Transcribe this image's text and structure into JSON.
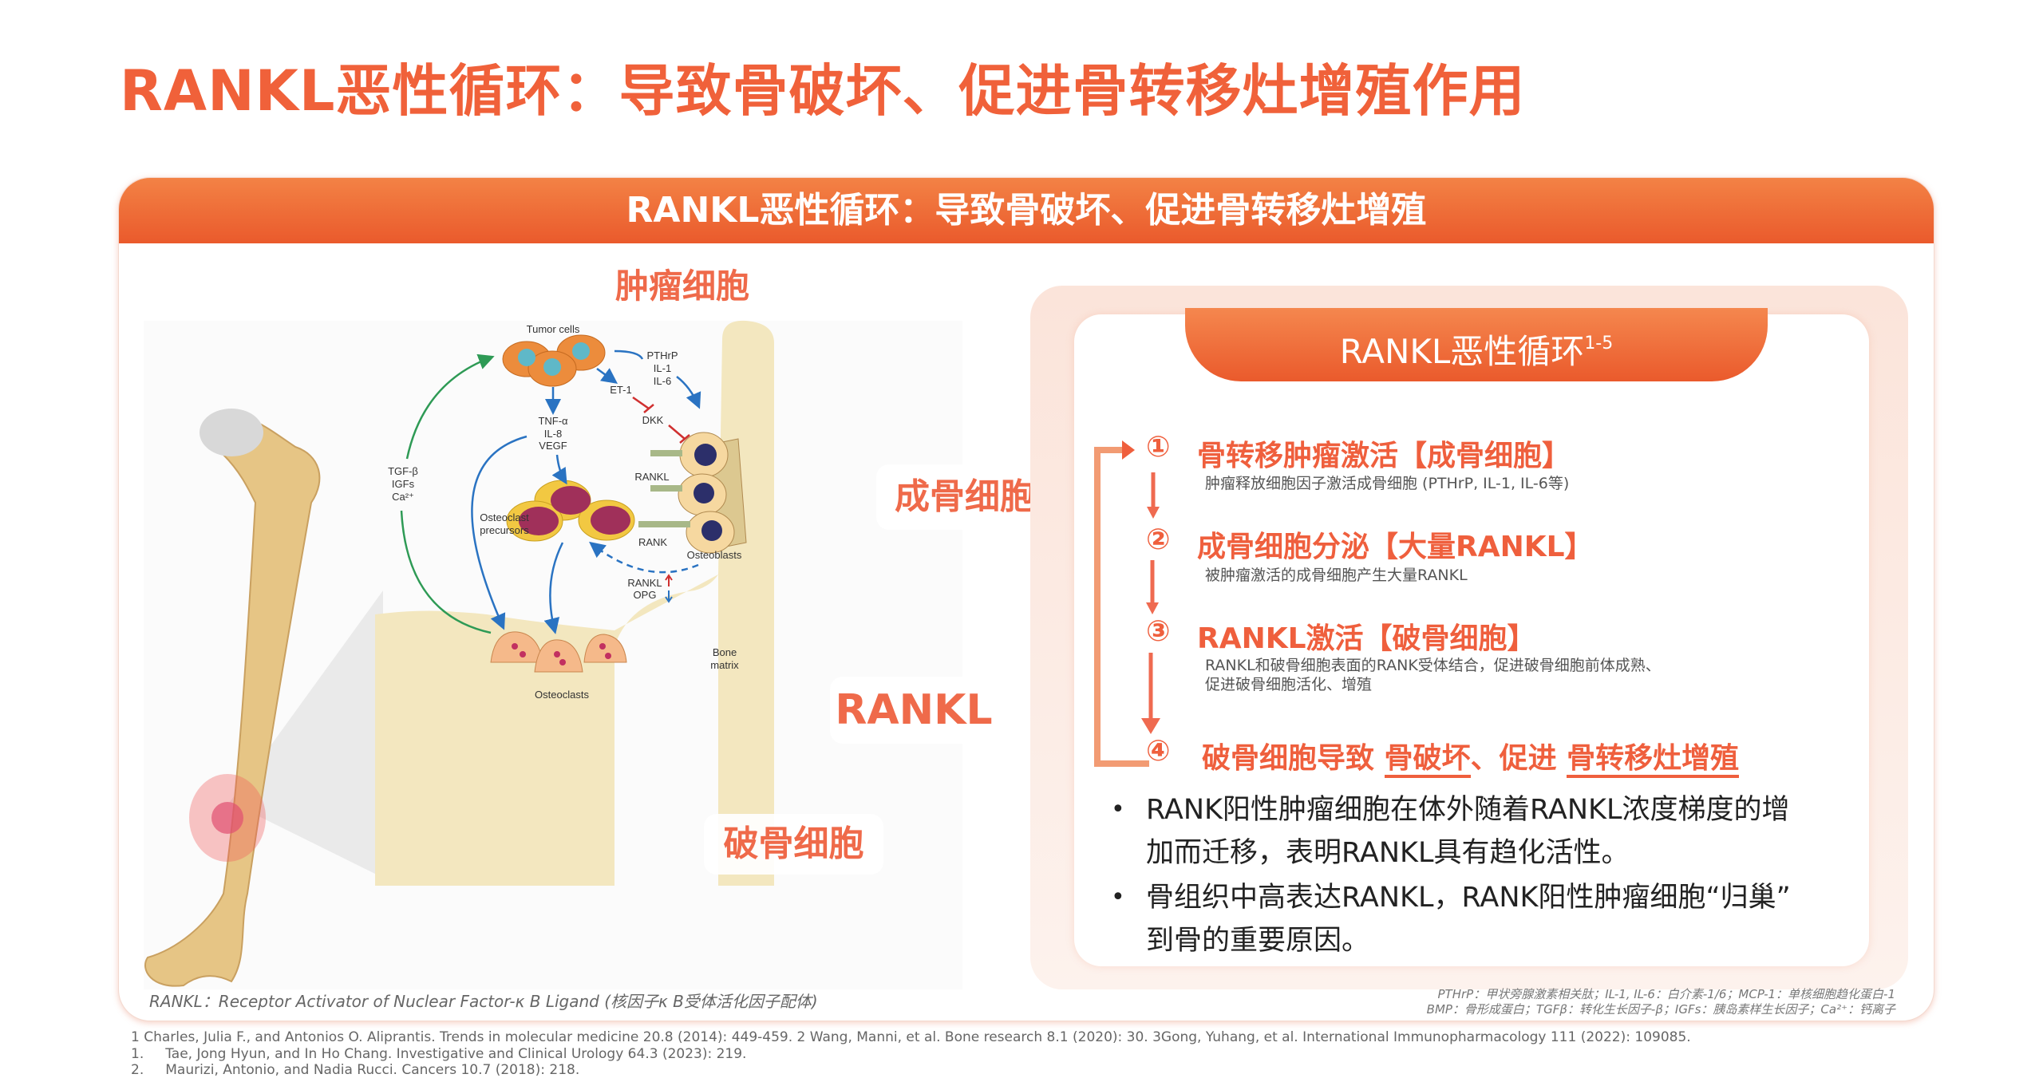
{
  "title": "RANKL恶性循环：导致骨破坏、促进骨转移灶增殖作用",
  "card_header": "RANKL恶性循环：导致骨破坏、促进骨转移灶增殖",
  "diagram": {
    "labels_cn": {
      "tumor": "肿瘤细胞",
      "osteoblast": "成骨细胞",
      "rankl": "RANKL",
      "osteoclast": "破骨细胞"
    },
    "labels": {
      "tumor_cells": "Tumor cells",
      "pthrp": "PTHrP",
      "il1": "IL-1",
      "il6": "IL-6",
      "et1": "ET-1",
      "dkk": "DKK",
      "tnf": "TNF-α",
      "il8": "IL-8",
      "vegf": "VEGF",
      "tgf": "TGF-β",
      "igfs": "IGFs",
      "ca": "Ca²⁺",
      "rankl": "RANKL",
      "precursors_1": "Osteoclast",
      "precursors_2": "precursors",
      "rank": "RANK",
      "osteoblasts": "Osteoblasts",
      "rankl_up": "RANKL",
      "opg_down": "OPG",
      "bone_1": "Bone",
      "bone_2": "matrix",
      "osteoclasts": "Osteoclasts"
    }
  },
  "panel": {
    "tab_title": "RANKL恶性循环",
    "tab_sup": "1-5",
    "steps": [
      {
        "num": "①",
        "title": "骨转移肿瘤激活【成骨细胞】",
        "desc": "肿瘤释放细胞因子激活成骨细胞 (PTHrP, IL-1, IL-6等)"
      },
      {
        "num": "②",
        "title": "成骨细胞分泌【大量RANKL】",
        "desc": "被肿瘤激活的成骨细胞产生大量RANKL"
      },
      {
        "num": "③",
        "title": "RANKL激活【破骨细胞】",
        "desc": "RANKL和破骨细胞表面的RANK受体结合，促进破骨细胞前体成熟、",
        "desc2": "促进破骨细胞活化、增殖"
      },
      {
        "num": "④",
        "title_a": "破骨细胞导致 ",
        "title_b": "骨破坏",
        "title_c": "、促进 ",
        "title_d": "骨转移灶增殖"
      }
    ],
    "bullets": [
      {
        "line1": "RANK阳性肿瘤细胞在体外随着RANKL浓度梯度的增",
        "line2": "加而迁移，表明RANKL具有趋化活性。"
      },
      {
        "line1": "骨组织中高表达RANKL，RANK阳性肿瘤细胞“归巢”",
        "line2": "到骨的重要原因。"
      }
    ],
    "bullet_char": "•"
  },
  "footnote": "RANKL：Receptor Activator of Nuclear Factor-κ B Ligand (核因子κ B受体活化因子配体)",
  "abbreviations": [
    "PTHrP：甲状旁腺激素相关肽；IL-1, IL-6：白介素-1/6；MCP-1：单核细胞趋化蛋白-1",
    "BMP：骨形成蛋白；TGFβ：转化生长因子-β；IGFs：胰岛素样生长因子；Ca²⁺：钙离子"
  ],
  "references": [
    "1 Charles, Julia F., and Antonios O. Aliprantis. Trends in molecular medicine 20.8 (2014): 449-459. 2 Wang, Manni, et al. Bone research 8.1 (2020): 30. 3Gong, Yuhang, et al. International Immunopharmacology 111 (2022): 109085.",
    "1.     Tae, Jong Hyun, and In Ho Chang. Investigative and Clinical Urology 64.3 (2023): 219.",
    "2.     Maurizi, Antonio, and Nadia Rucci. Cancers 10.7 (2018): 218."
  ],
  "colors": {
    "accent": "#ef5f3d",
    "header": "#ea5a2c",
    "bone": "#f3e7bf"
  }
}
